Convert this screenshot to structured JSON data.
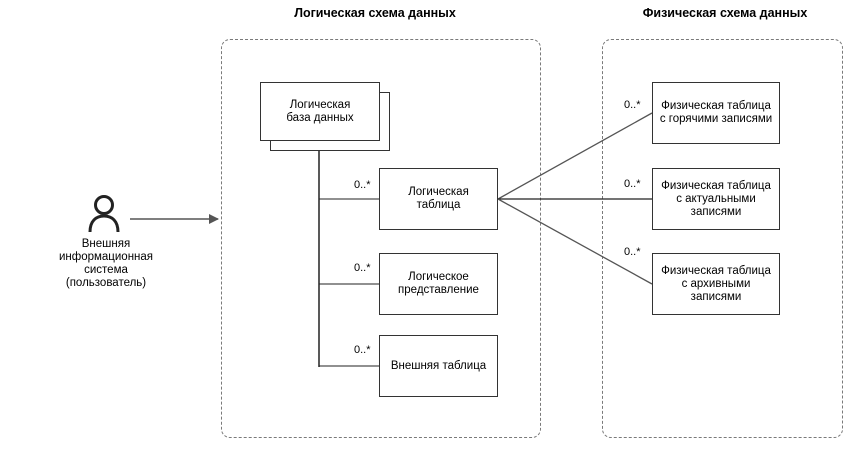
{
  "titles": {
    "logical": "Логическая схема данных",
    "physical": "Физическая схема данных"
  },
  "actor": {
    "icon": "person-icon",
    "label": "Внешняя\nинформационная\nсистема\n(пользователь)"
  },
  "logical": {
    "database": "Логическая\nбаза данных",
    "table": "Логическая\nтаблица",
    "view": "Логическое\nпредставление",
    "external_table": "Внешняя таблица"
  },
  "physical": {
    "hot": "Физическая таблица\nс горячими записями",
    "actual": "Физическая таблица\nс актуальными\nзаписями",
    "archive": "Физическая таблица\nс архивными\nзаписями"
  },
  "multiplicity": {
    "table": "0..*",
    "view": "0..*",
    "external_table": "0..*",
    "hot": "0..*",
    "actual": "0..*",
    "archive": "0..*"
  },
  "colors": {
    "line": "#555555",
    "border": "#333333",
    "dashed": "#7a7a7a"
  }
}
